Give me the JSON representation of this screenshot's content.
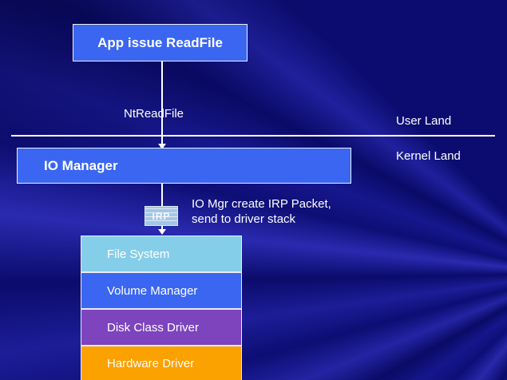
{
  "diagram": {
    "title_box": "App issue ReadFile",
    "call_label": "NtReadFile",
    "user_land_label": "User Land",
    "kernel_land_label": "Kernel Land",
    "io_manager_box": "IO Manager",
    "irp_box": "IRP",
    "irp_annotation": "IO Mgr create IRP Packet,\nsend to driver stack",
    "driver_stack": [
      {
        "label": "File System",
        "color": "#85ceea"
      },
      {
        "label": "Volume Manager",
        "color": "#3a66f2"
      },
      {
        "label": "Disk Class Driver",
        "color": "#7d44be"
      },
      {
        "label": "Hardware Driver",
        "color": "#fba100"
      }
    ],
    "colors": {
      "background": "#0d0d74",
      "box_blue": "#3a66f2",
      "irp_fill": "#a2c6e6",
      "divider": "#ffffff",
      "text": "#ffffff"
    }
  }
}
